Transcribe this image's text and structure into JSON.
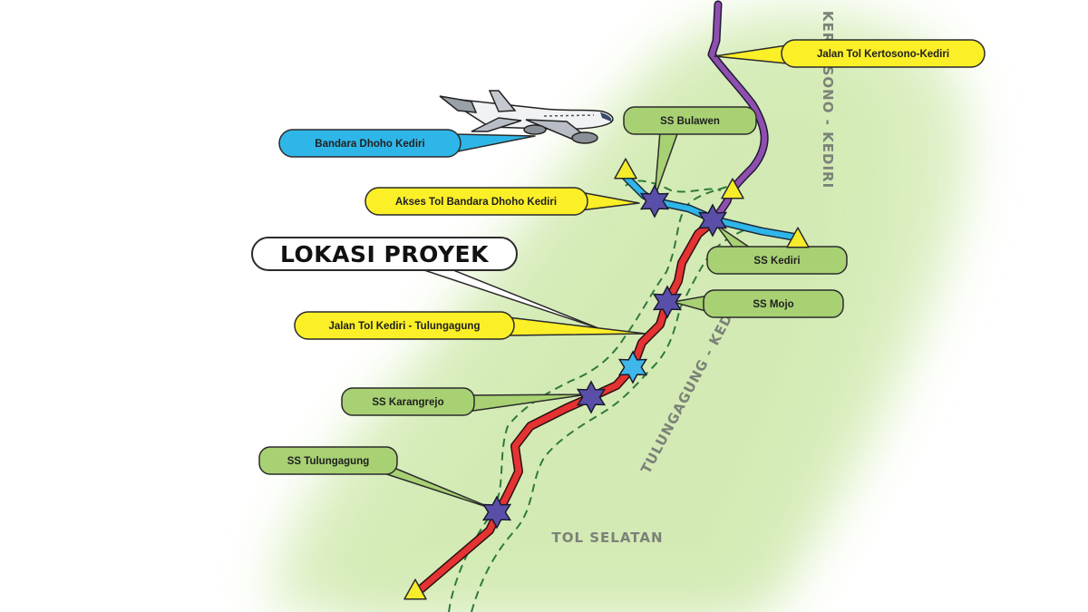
{
  "colors": {
    "land": "#d9eebc",
    "toll_kediri_tulungagung": "#e53232",
    "toll_kertosono_kediri": "#8e4fae",
    "airport_access": "#2fb6e8",
    "yellow_label": "#fbef28",
    "green_label": "#a8d173",
    "blue_label": "#2fb6e8",
    "station": "#5a4fa8",
    "station_highlight": "#3fb7ea",
    "endpoint": "#f7ec2a"
  },
  "labels": {
    "kertosono_kediri": "Jalan Tol Kertosono-Kediri",
    "bandara": "Bandara Dhoho Kediri",
    "ss_bulawen": "SS Bulawen",
    "akses_tol": "Akses Tol Bandara Dhoho Kediri",
    "lokasi_proyek": "LOKASI PROYEK",
    "ss_kediri": "SS Kediri",
    "ss_mojo": "SS Mojo",
    "kediri_tulungagung": "Jalan Tol Kediri - Tulungagung",
    "ss_karangrejo": "SS Karangrejo",
    "ss_tulungagung": "SS Tulungagung"
  },
  "regions": {
    "kertosono_kediri": "KERTOSONO - KEDIRI",
    "tulungagung_kediri": "TULUNGAGUNG - KEDIRI",
    "tol_selatan": "TOL SELATAN"
  },
  "icons": {
    "airplane": "airplane-icon",
    "station": "star-icon",
    "endpoint": "triangle-icon"
  }
}
